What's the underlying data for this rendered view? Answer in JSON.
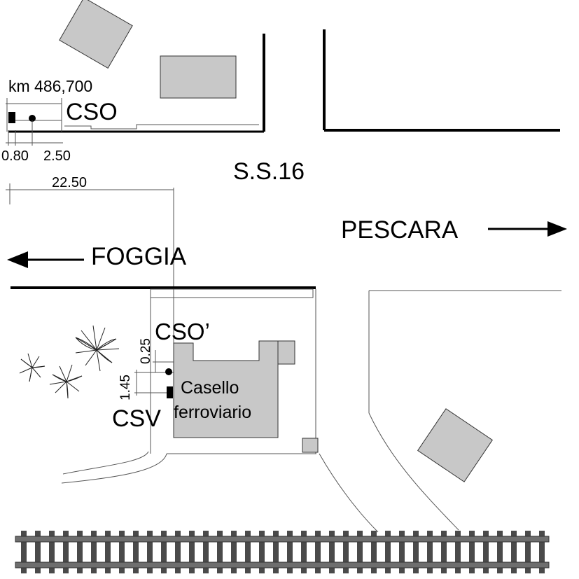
{
  "labels": {
    "km": "km 486,700",
    "cso_top": "CSO",
    "road": "S.S.16",
    "direction_left": "FOGGIA",
    "direction_right": "PESCARA",
    "cso_prime": "CSO’",
    "csv": "CSV",
    "building_line1": "Casello",
    "building_line2": "ferroviario"
  },
  "dimensions": {
    "d_080": "0.80",
    "d_250": "2.50",
    "d_2250": "22.50",
    "d_025": "0.25",
    "d_145": "1.45"
  },
  "colors": {
    "building_fill": "#c8c8c8",
    "line": "#000000",
    "thin_line": "#555555",
    "rail": "#6e6e6e",
    "sleeper": "#4a4a4a"
  }
}
